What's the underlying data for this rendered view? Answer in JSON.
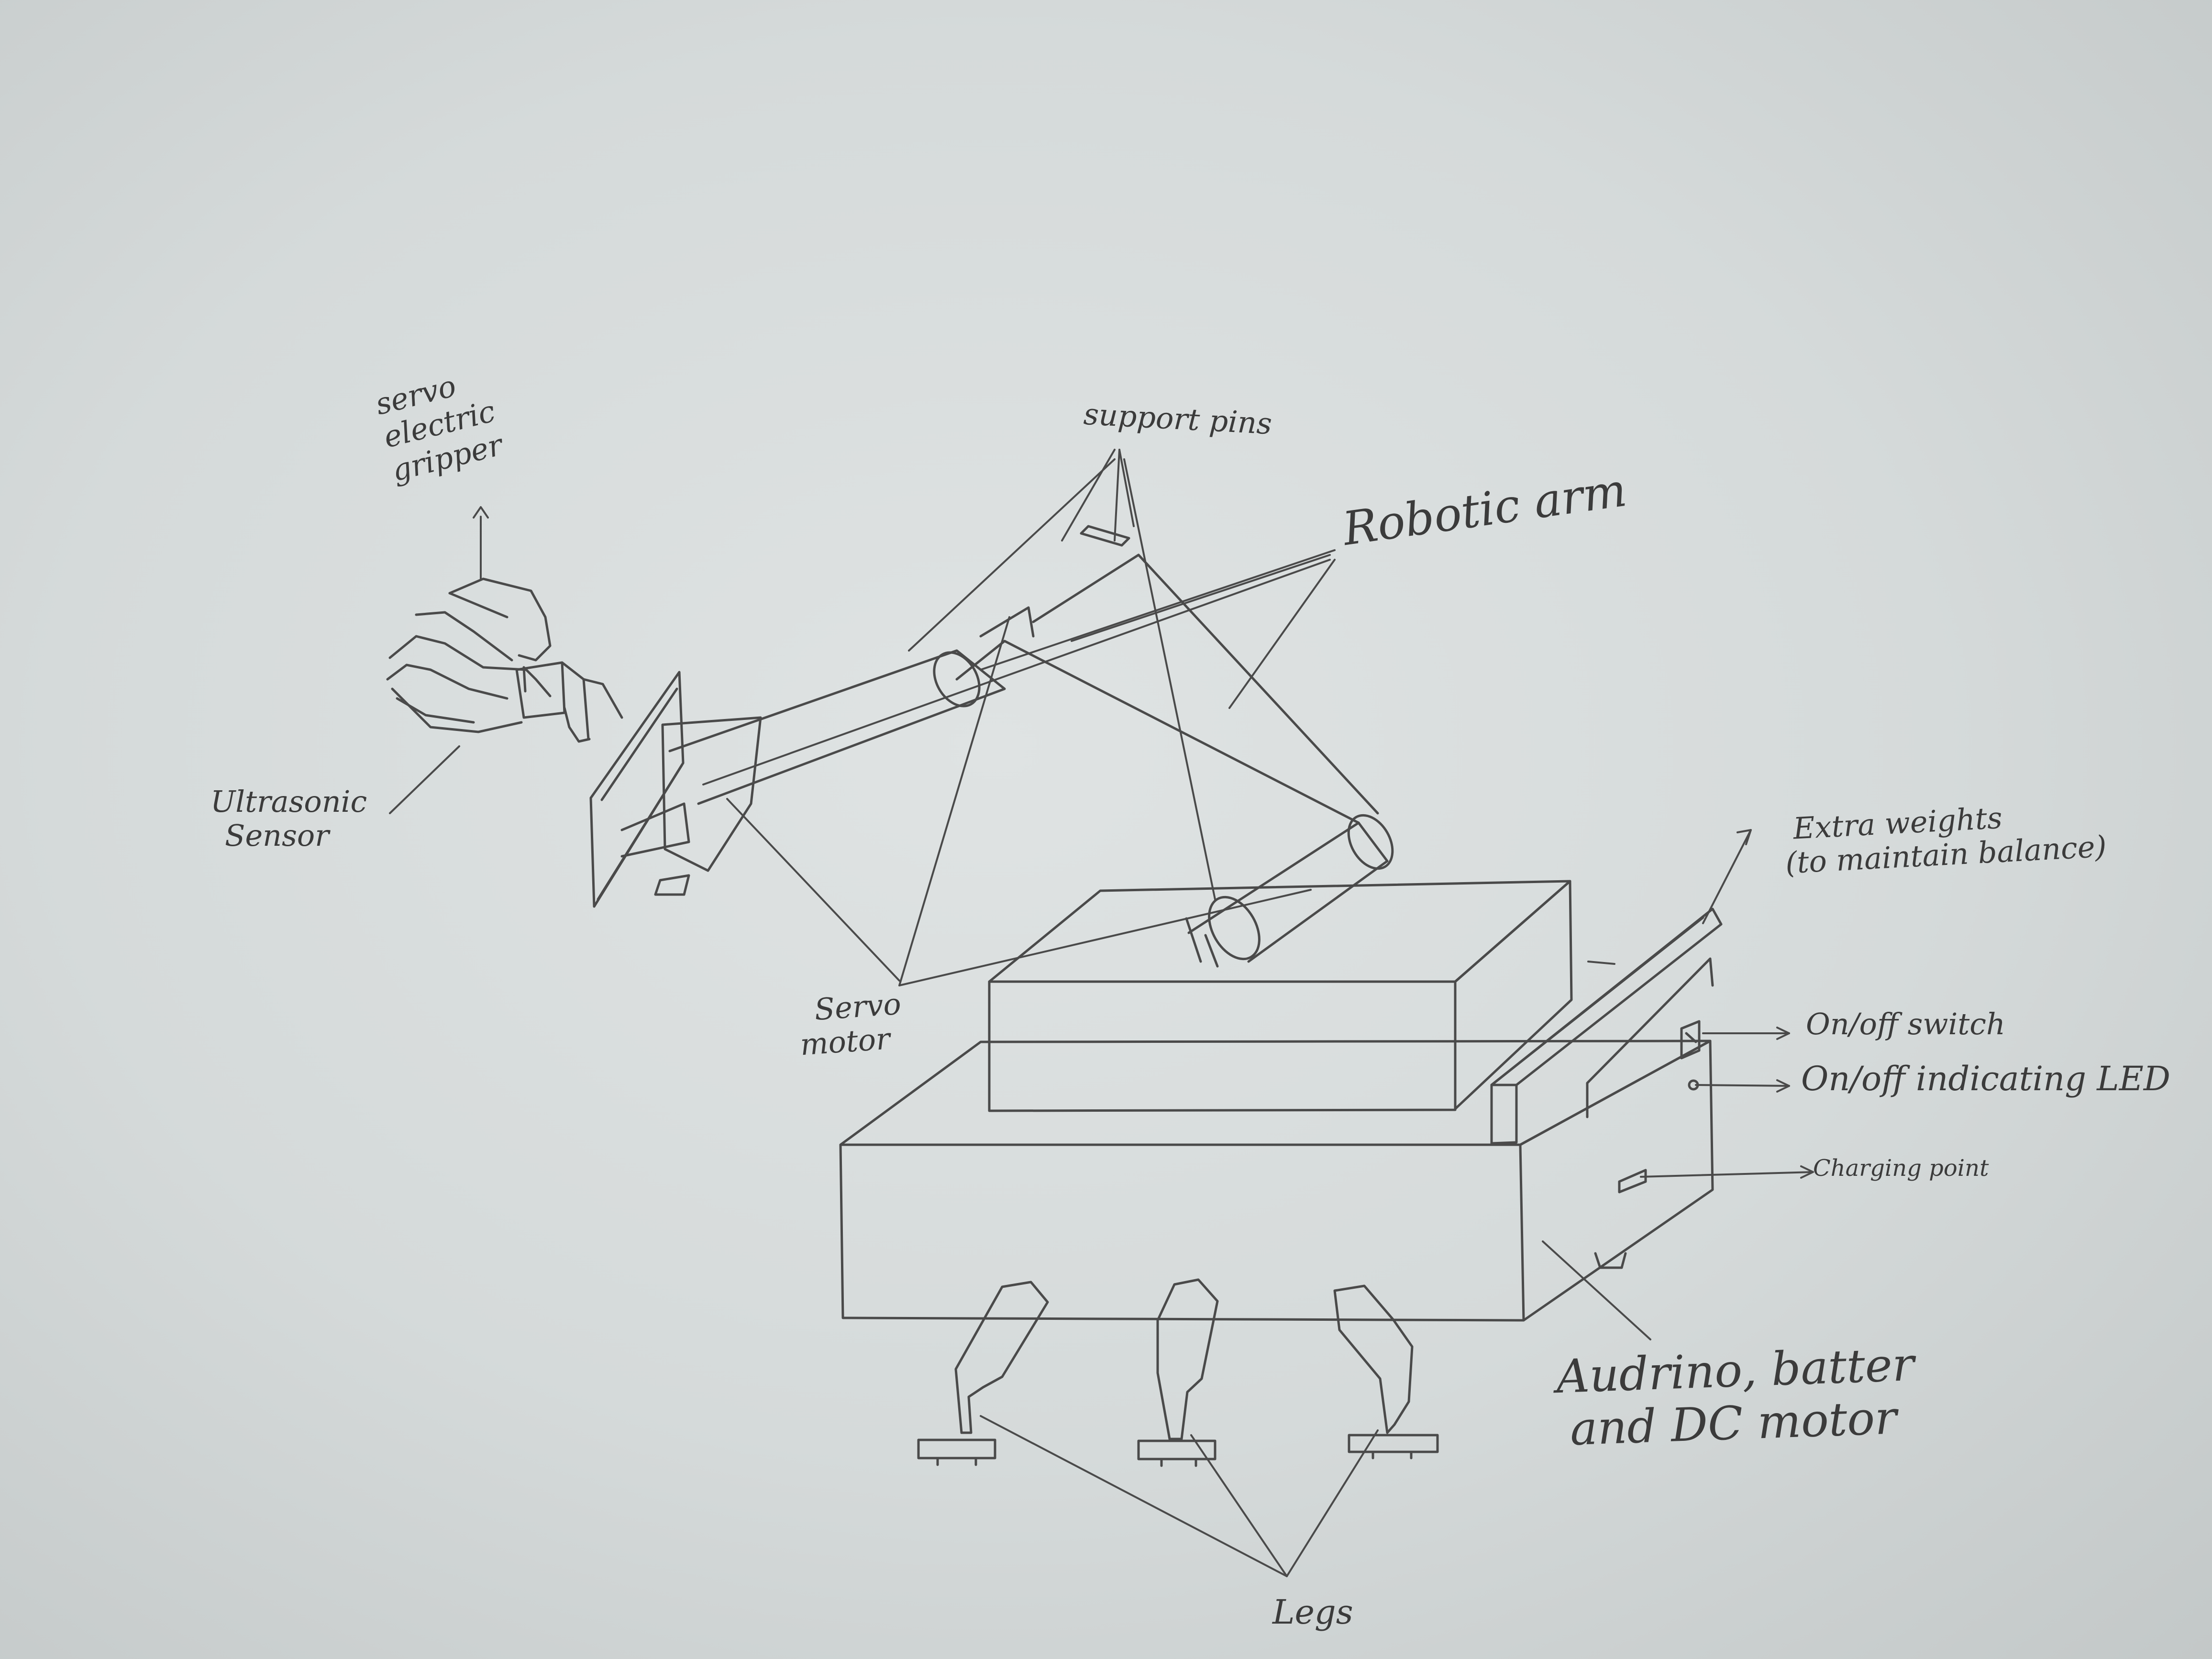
{
  "labels": {
    "gripper_line1": "servo",
    "gripper_line2": "electric",
    "gripper_line3": "gripper",
    "ultrasonic_line1": "Ultrasonic",
    "ultrasonic_line2": "Sensor",
    "support_pins": "support pins",
    "robotic_arm": "Robotic arm",
    "extra_weights_line1": "Extra weights",
    "extra_weights_line2": "(to maintain balance)",
    "onoff_switch": "On/off switch",
    "onoff_led": "On/off indicating LED",
    "charging_point": "Charging point",
    "servo_motor_line1": "Servo",
    "servo_motor_line2": "motor",
    "electronics_line1": "Audrino, batter",
    "electronics_line2": "and DC motor",
    "legs": "Legs"
  },
  "colors": {
    "paper": "#d5dada",
    "pencil": "#4a4a4a",
    "label_ink": "#3b3b3b"
  }
}
